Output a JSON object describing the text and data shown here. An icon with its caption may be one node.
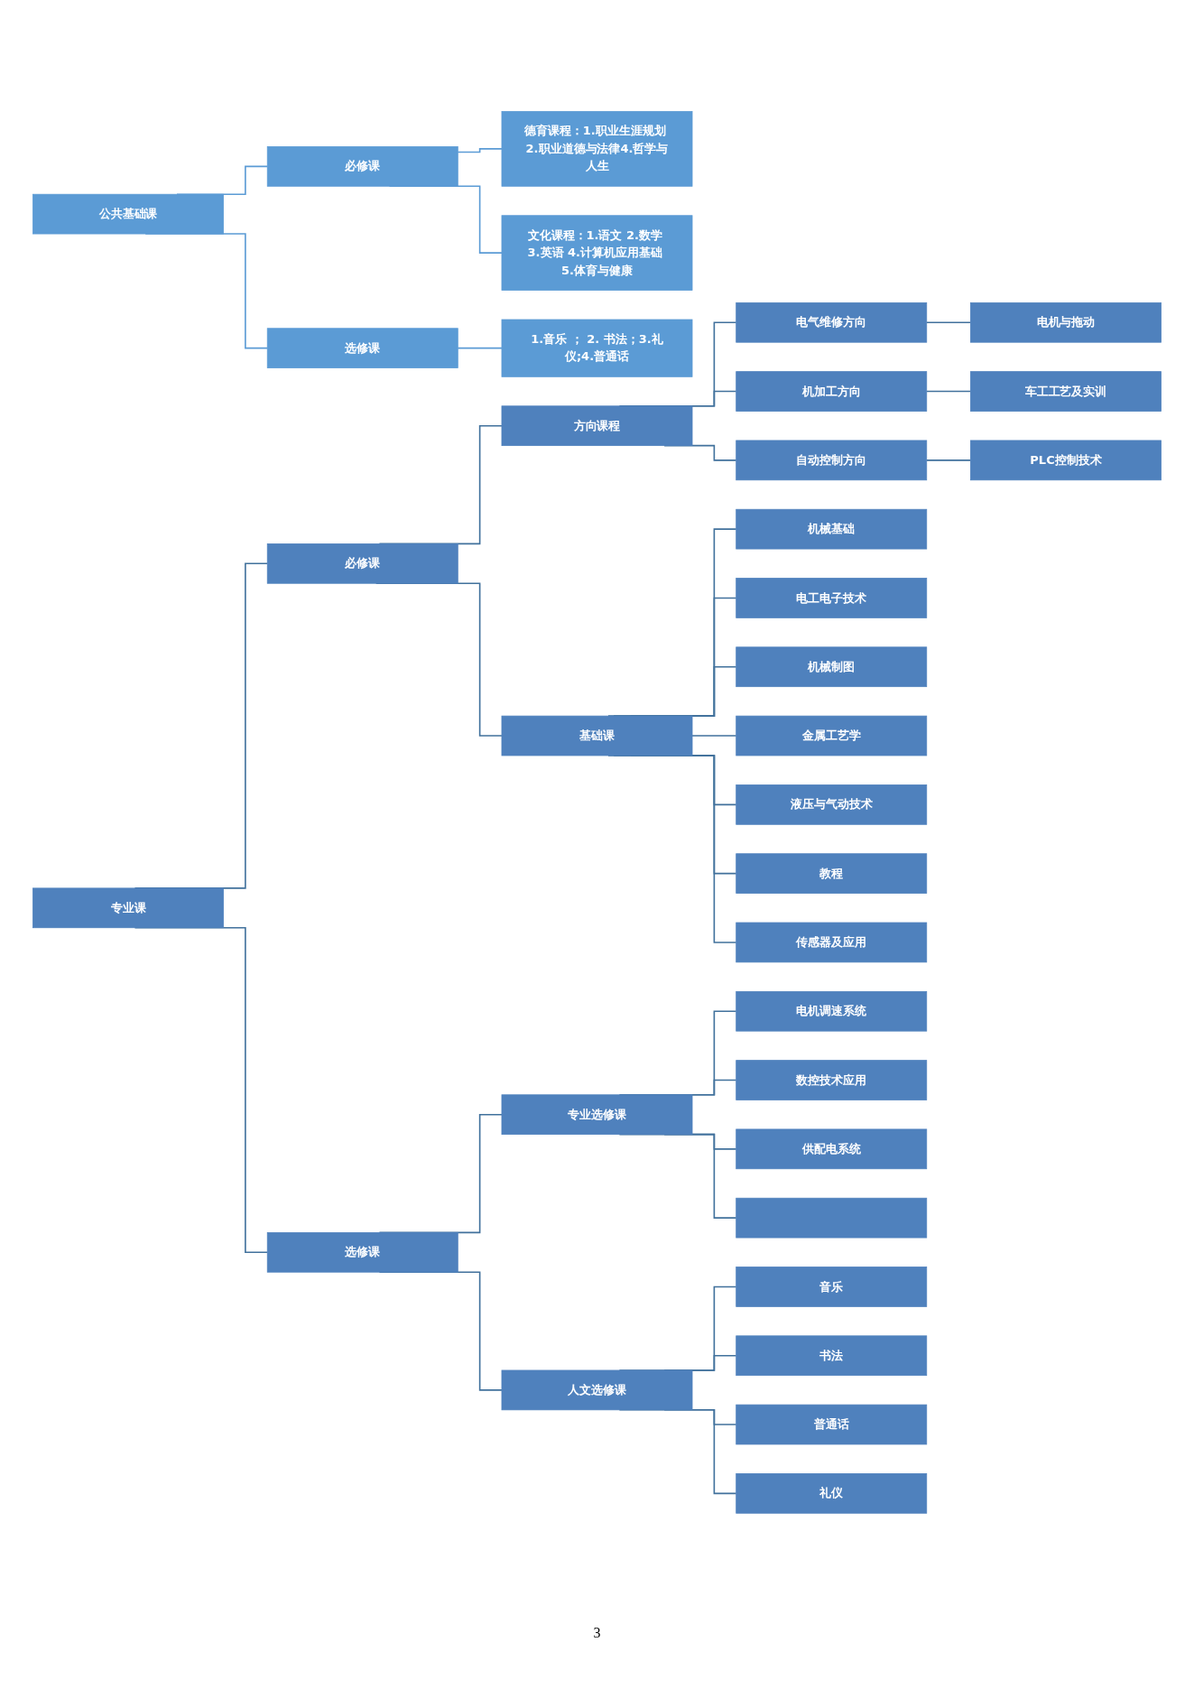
{
  "diagram": {
    "nodes": [
      {
        "text": [
          "公共基础课"
        ]
      },
      {
        "text": [
          "必修课"
        ]
      },
      {
        "text": [
          "德育课程：1.职业生涯规划 2.职业道德与法律4.哲学与人生"
        ]
      },
      {
        "text": [
          "文化课程：1.语文 2.数学 3.英语 4.计算机应用基础 5.体育与健康"
        ]
      },
      {
        "text": [
          "选修课"
        ]
      },
      {
        "text": [
          "1.音乐 ； 2. 书法；3.礼仪;4.普通话"
        ]
      },
      {
        "text": [
          "专业课"
        ]
      },
      {
        "text": [
          "必修课"
        ]
      },
      {
        "text": [
          "方向课程"
        ]
      },
      {
        "text": [
          "电气维修方向"
        ]
      },
      {
        "text": [
          "电机与拖动"
        ]
      },
      {
        "text": [
          "机加工方向"
        ]
      },
      {
        "text": [
          "车工工艺及实训"
        ]
      },
      {
        "text": [
          "自动控制方向"
        ]
      },
      {
        "text": [
          "PLC控制技术"
        ]
      },
      {
        "text": [
          "基础课"
        ]
      },
      {
        "text": [
          "机械基础"
        ]
      },
      {
        "text": [
          "电工电子技术"
        ]
      },
      {
        "text": [
          "机械制图"
        ]
      },
      {
        "text": [
          "金属工艺学"
        ]
      },
      {
        "text": [
          "液压与气动技术"
        ]
      },
      {
        "text": [
          "教程"
        ]
      },
      {
        "text": [
          "传感器及应用"
        ]
      },
      {
        "text": [
          "选修课"
        ]
      },
      {
        "text": [
          "专业选修课"
        ]
      },
      {
        "text": [
          "电机调速系统"
        ]
      },
      {
        "text": [
          "数控技术应用"
        ]
      },
      {
        "text": [
          "供配电系统"
        ]
      },
      {
        "text": [],
        "shape": "box"
      },
      {
        "text": [
          "人文选修课"
        ]
      },
      {
        "text": [
          "音乐"
        ]
      },
      {
        "text": [
          "书法"
        ]
      },
      {
        "text": [
          "普通话"
        ]
      },
      {
        "text": [
          "礼仪"
        ]
      }
    ],
    "edges": [
      {
        "from": 0,
        "to": 1,
        "arrow": "none"
      },
      {
        "from": 1,
        "to": 2,
        "arrow": "none"
      },
      {
        "from": 1,
        "to": 3,
        "arrow": "none"
      },
      {
        "from": 0,
        "to": 4,
        "arrow": "none"
      },
      {
        "from": 4,
        "to": 5,
        "arrow": "none"
      },
      {
        "from": 6,
        "to": 7,
        "arrow": "none"
      },
      {
        "from": 7,
        "to": 8,
        "arrow": "none"
      },
      {
        "from": 8,
        "to": 9,
        "arrow": "none"
      },
      {
        "from": 9,
        "to": 10,
        "arrow": "none"
      },
      {
        "from": 8,
        "to": 11,
        "arrow": "none"
      },
      {
        "from": 11,
        "to": 12,
        "arrow": "none"
      },
      {
        "from": 8,
        "to": 13,
        "arrow": "none"
      },
      {
        "from": 13,
        "to": 14,
        "arrow": "none"
      },
      {
        "from": 7,
        "to": 15,
        "arrow": "none"
      },
      {
        "from": 15,
        "to": 16,
        "arrow": "none"
      },
      {
        "from": 15,
        "to": 17,
        "arrow": "none"
      },
      {
        "from": 15,
        "to": 18,
        "arrow": "none"
      },
      {
        "from": 15,
        "to": 19,
        "arrow": "none"
      },
      {
        "from": 15,
        "to": 20,
        "arrow": "none"
      },
      {
        "from": 15,
        "to": 21,
        "arrow": "none"
      },
      {
        "from": 15,
        "to": 22,
        "arrow": "none"
      },
      {
        "from": 6,
        "to": 23,
        "arrow": "none"
      },
      {
        "from": 23,
        "to": 24,
        "arrow": "none"
      },
      {
        "from": 24,
        "to": 25,
        "arrow": "none"
      },
      {
        "from": 24,
        "to": 26,
        "arrow": "none"
      },
      {
        "from": 24,
        "to": 27,
        "arrow": "none"
      },
      {
        "from": 24,
        "to": 28,
        "arrow": "none"
      },
      {
        "from": 23,
        "to": 29,
        "arrow": "none"
      },
      {
        "from": 29,
        "to": 30,
        "arrow": "none"
      },
      {
        "from": 29,
        "to": 31,
        "arrow": "none"
      },
      {
        "from": 29,
        "to": 32,
        "arrow": "none"
      },
      {
        "from": 29,
        "to": 33,
        "arrow": "none"
      }
    ],
    "labels": [
      "3"
    ]
  }
}
